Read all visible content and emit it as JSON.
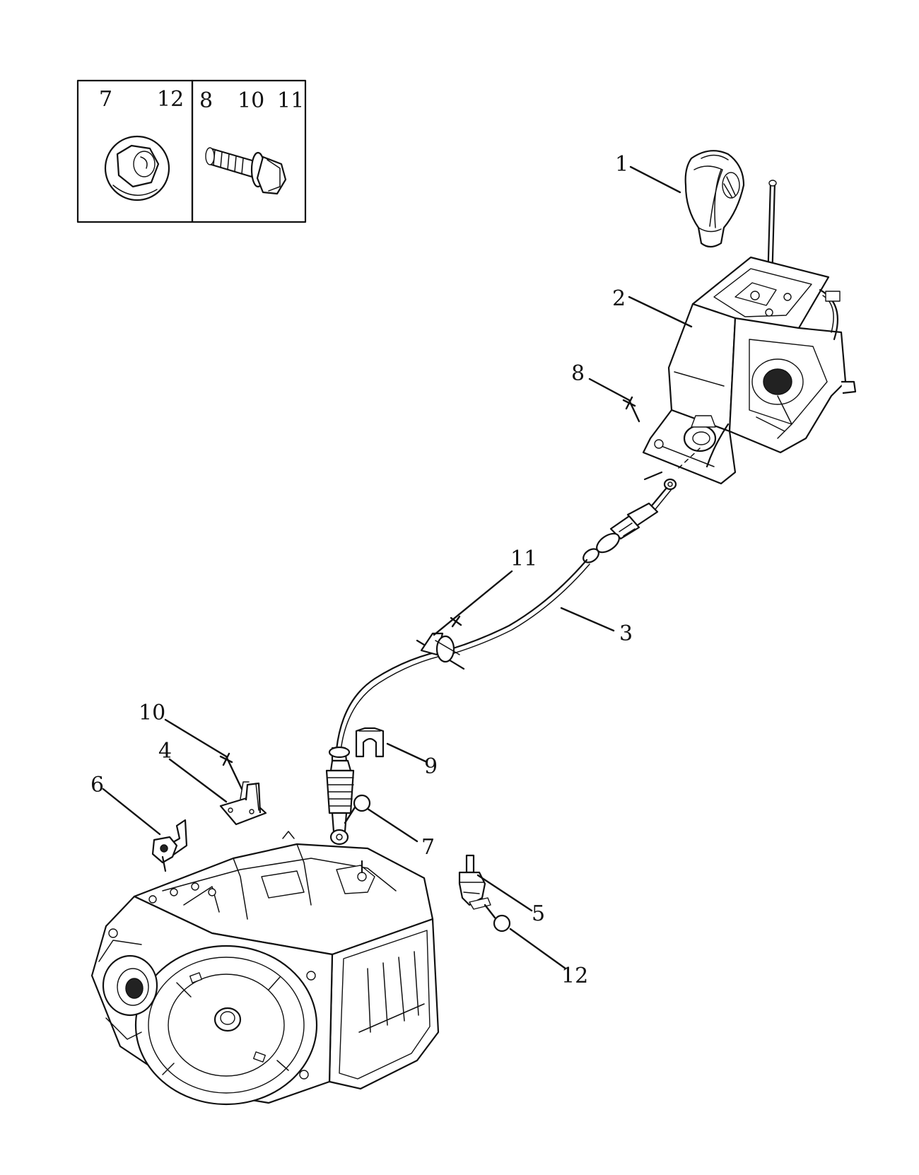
{
  "hardware_box": {
    "nut_labels": [
      "7",
      "12"
    ],
    "bolt_labels": [
      "8",
      "10",
      "11"
    ]
  },
  "callouts": [
    {
      "id": "1",
      "text": "1",
      "part_icon": "shift-knob-icon"
    },
    {
      "id": "2",
      "text": "2",
      "part_icon": "shifter-assembly-icon"
    },
    {
      "id": "3",
      "text": "3",
      "part_icon": "shift-cable-icon"
    },
    {
      "id": "4",
      "text": "4",
      "part_icon": "cable-bracket-icon"
    },
    {
      "id": "5",
      "text": "5",
      "part_icon": "range-sensor-icon"
    },
    {
      "id": "6",
      "text": "6",
      "part_icon": "small-bracket-icon"
    },
    {
      "id": "7",
      "text": "7",
      "part_icon": "nut-icon"
    },
    {
      "id": "8",
      "text": "8",
      "part_icon": "bolt-icon"
    },
    {
      "id": "9",
      "text": "9",
      "part_icon": "retaining-clip-icon"
    },
    {
      "id": "10",
      "text": "10",
      "part_icon": "bolt-icon"
    },
    {
      "id": "11",
      "text": "11",
      "part_icon": "bolt-icon"
    },
    {
      "id": "12",
      "text": "12",
      "part_icon": "nut-icon"
    }
  ],
  "assembly_icon": "transmission-icon"
}
